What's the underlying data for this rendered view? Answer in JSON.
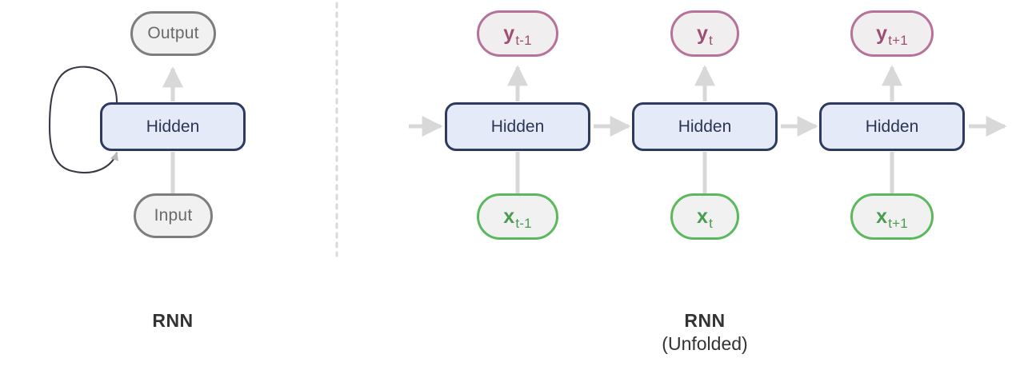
{
  "diagram": {
    "title_left": "RNN",
    "title_right": "RNN",
    "title_right_sub": "(Unfolded)",
    "background": "#ffffff",
    "divider": {
      "style": "dashed",
      "color": "#d9d9d9"
    },
    "colors": {
      "hidden_fill": "#e5eaf9",
      "hidden_border": "#2e3b5e",
      "hidden_text": "#2b3655",
      "gray_border": "#7d7d7d",
      "gray_text": "#6a6a6a",
      "pink_border": "#b6729a",
      "pink_text": "#9c4f72",
      "green_border": "#5cb85c",
      "green_text": "#4a9c52",
      "arrow": "#d8d8d8",
      "loop_stroke": "#3a3a46",
      "caption_text": "#333333",
      "node_fill": "#f1f1f1"
    }
  },
  "left_panel": {
    "output_node": {
      "label": "Output",
      "type": "gray-pill"
    },
    "hidden_node": {
      "label": "Hidden",
      "type": "hidden-box"
    },
    "input_node": {
      "label": "Input",
      "type": "gray-pill"
    },
    "self_loop": {
      "name": "recurrent-self-loop"
    },
    "caption": "RNN"
  },
  "right_panel": {
    "caption_line1": "RNN",
    "caption_line2": "(Unfolded)",
    "timesteps": [
      {
        "id": "t-minus-1",
        "output": {
          "base": "y",
          "sub": "t-1"
        },
        "hidden": {
          "label": "Hidden"
        },
        "input": {
          "base": "x",
          "sub": "t-1"
        }
      },
      {
        "id": "t",
        "output": {
          "base": "y",
          "sub": "t"
        },
        "hidden": {
          "label": "Hidden"
        },
        "input": {
          "base": "x",
          "sub": "t"
        }
      },
      {
        "id": "t-plus-1",
        "output": {
          "base": "y",
          "sub": "t+1"
        },
        "hidden": {
          "label": "Hidden"
        },
        "input": {
          "base": "x",
          "sub": "t+1"
        }
      }
    ]
  }
}
